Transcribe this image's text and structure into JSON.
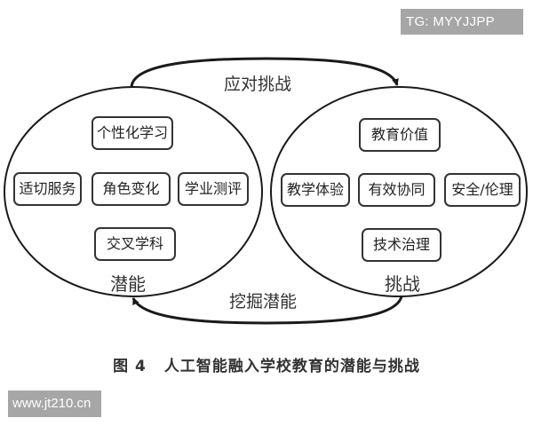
{
  "watermarks": {
    "top_right": "TG: MYYJJPP",
    "bottom_left": "www.jt210.cn"
  },
  "diagram": {
    "arrows": {
      "top_label": "应对挑战",
      "bottom_label": "挖掘潜能"
    },
    "left_ellipse": {
      "title": "潜能",
      "boxes": {
        "top": "个性化学习",
        "left": "适切服务",
        "center": "角色变化",
        "right": "学业测评",
        "bottom": "交叉学科"
      }
    },
    "right_ellipse": {
      "title": "挑战",
      "boxes": {
        "top": "教育价值",
        "left": "教学体验",
        "center": "有效协同",
        "right": "安全/伦理",
        "bottom": "技术治理"
      }
    }
  },
  "caption": {
    "figure_number": "图 4",
    "text": "人工智能融入学校教育的潜能与挑战"
  },
  "colors": {
    "line": "#1a1a1a",
    "watermark_bg": "#a6a6a6",
    "background": "#ffffff"
  }
}
